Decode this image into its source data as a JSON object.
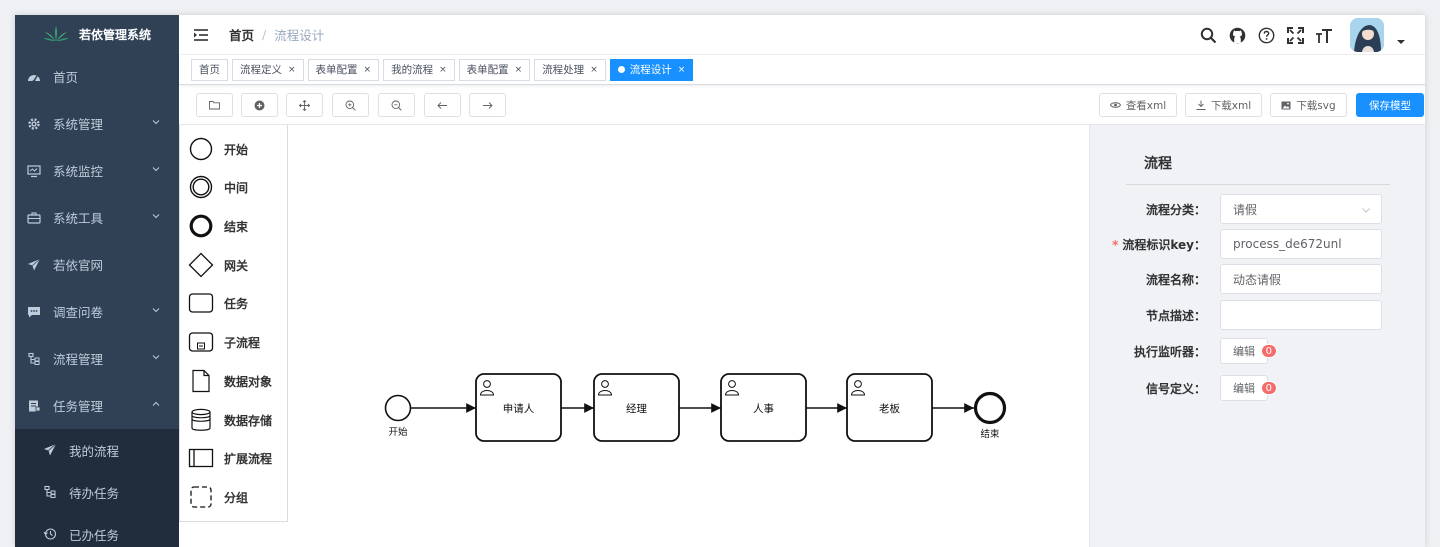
{
  "sidebar": {
    "logo_text": "若依管理系统",
    "items": [
      {
        "label": "首页",
        "icon": "dashboard-icon",
        "chevron": false
      },
      {
        "label": "系统管理",
        "icon": "gear-icon",
        "chevron": true
      },
      {
        "label": "系统监控",
        "icon": "monitor-icon",
        "chevron": true
      },
      {
        "label": "系统工具",
        "icon": "toolbox-icon",
        "chevron": true
      },
      {
        "label": "若依官网",
        "icon": "send-icon",
        "chevron": false
      },
      {
        "label": "调查问卷",
        "icon": "message-icon",
        "chevron": true
      },
      {
        "label": "流程管理",
        "icon": "tree-icon",
        "chevron": true
      },
      {
        "label": "任务管理",
        "icon": "clipboard-icon",
        "chevron": true,
        "expanded": true
      }
    ],
    "sub_items": [
      {
        "label": "我的流程",
        "icon": "send-icon"
      },
      {
        "label": "待办任务",
        "icon": "tree-icon"
      },
      {
        "label": "已办任务",
        "icon": "history-icon"
      }
    ]
  },
  "navbar": {
    "breadcrumb_home": "首页",
    "breadcrumb_sep": "/",
    "breadcrumb_current": "流程设计"
  },
  "tags": [
    {
      "label": "首页",
      "closable": false,
      "active": false
    },
    {
      "label": "流程定义",
      "closable": true,
      "active": false
    },
    {
      "label": "表单配置",
      "closable": true,
      "active": false
    },
    {
      "label": "我的流程",
      "closable": true,
      "active": false
    },
    {
      "label": "表单配置",
      "closable": true,
      "active": false
    },
    {
      "label": "流程处理",
      "closable": true,
      "active": false
    },
    {
      "label": "流程设计",
      "closable": true,
      "active": true
    }
  ],
  "tag_close": "×",
  "toolbar": {
    "view_xml": "查看xml",
    "download_xml": "下载xml",
    "download_svg": "下载svg",
    "save_model": "保存模型"
  },
  "palette": [
    {
      "label": "开始",
      "icon": "start-event-icon"
    },
    {
      "label": "中间",
      "icon": "intermediate-event-icon"
    },
    {
      "label": "结束",
      "icon": "end-event-icon"
    },
    {
      "label": "网关",
      "icon": "gateway-icon"
    },
    {
      "label": "任务",
      "icon": "task-icon"
    },
    {
      "label": "子流程",
      "icon": "subprocess-icon"
    },
    {
      "label": "数据对象",
      "icon": "data-object-icon"
    },
    {
      "label": "数据存储",
      "icon": "data-store-icon"
    },
    {
      "label": "扩展流程",
      "icon": "pool-icon"
    },
    {
      "label": "分组",
      "icon": "group-icon"
    }
  ],
  "diagram": {
    "start_label": "开始",
    "end_label": "结束",
    "tasks": [
      "申请人",
      "经理",
      "人事",
      "老板"
    ]
  },
  "properties": {
    "title": "流程",
    "category_label": "流程分类：",
    "category_value": "请假",
    "key_required": "*",
    "key_label": "流程标识key：",
    "key_value": "process_de672unl",
    "name_label": "流程名称：",
    "name_value": "动态请假",
    "desc_label": "节点描述：",
    "desc_value": "",
    "listener_label": "执行监听器：",
    "listener_btn": "编辑",
    "listener_count": "0",
    "signal_label": "信号定义：",
    "signal_btn": "编辑",
    "signal_count": "0"
  },
  "colors": {
    "sidebar_bg": "#304156",
    "submenu_bg": "#1f2d3d",
    "primary": "#1890ff",
    "badge": "#f56c6c"
  }
}
